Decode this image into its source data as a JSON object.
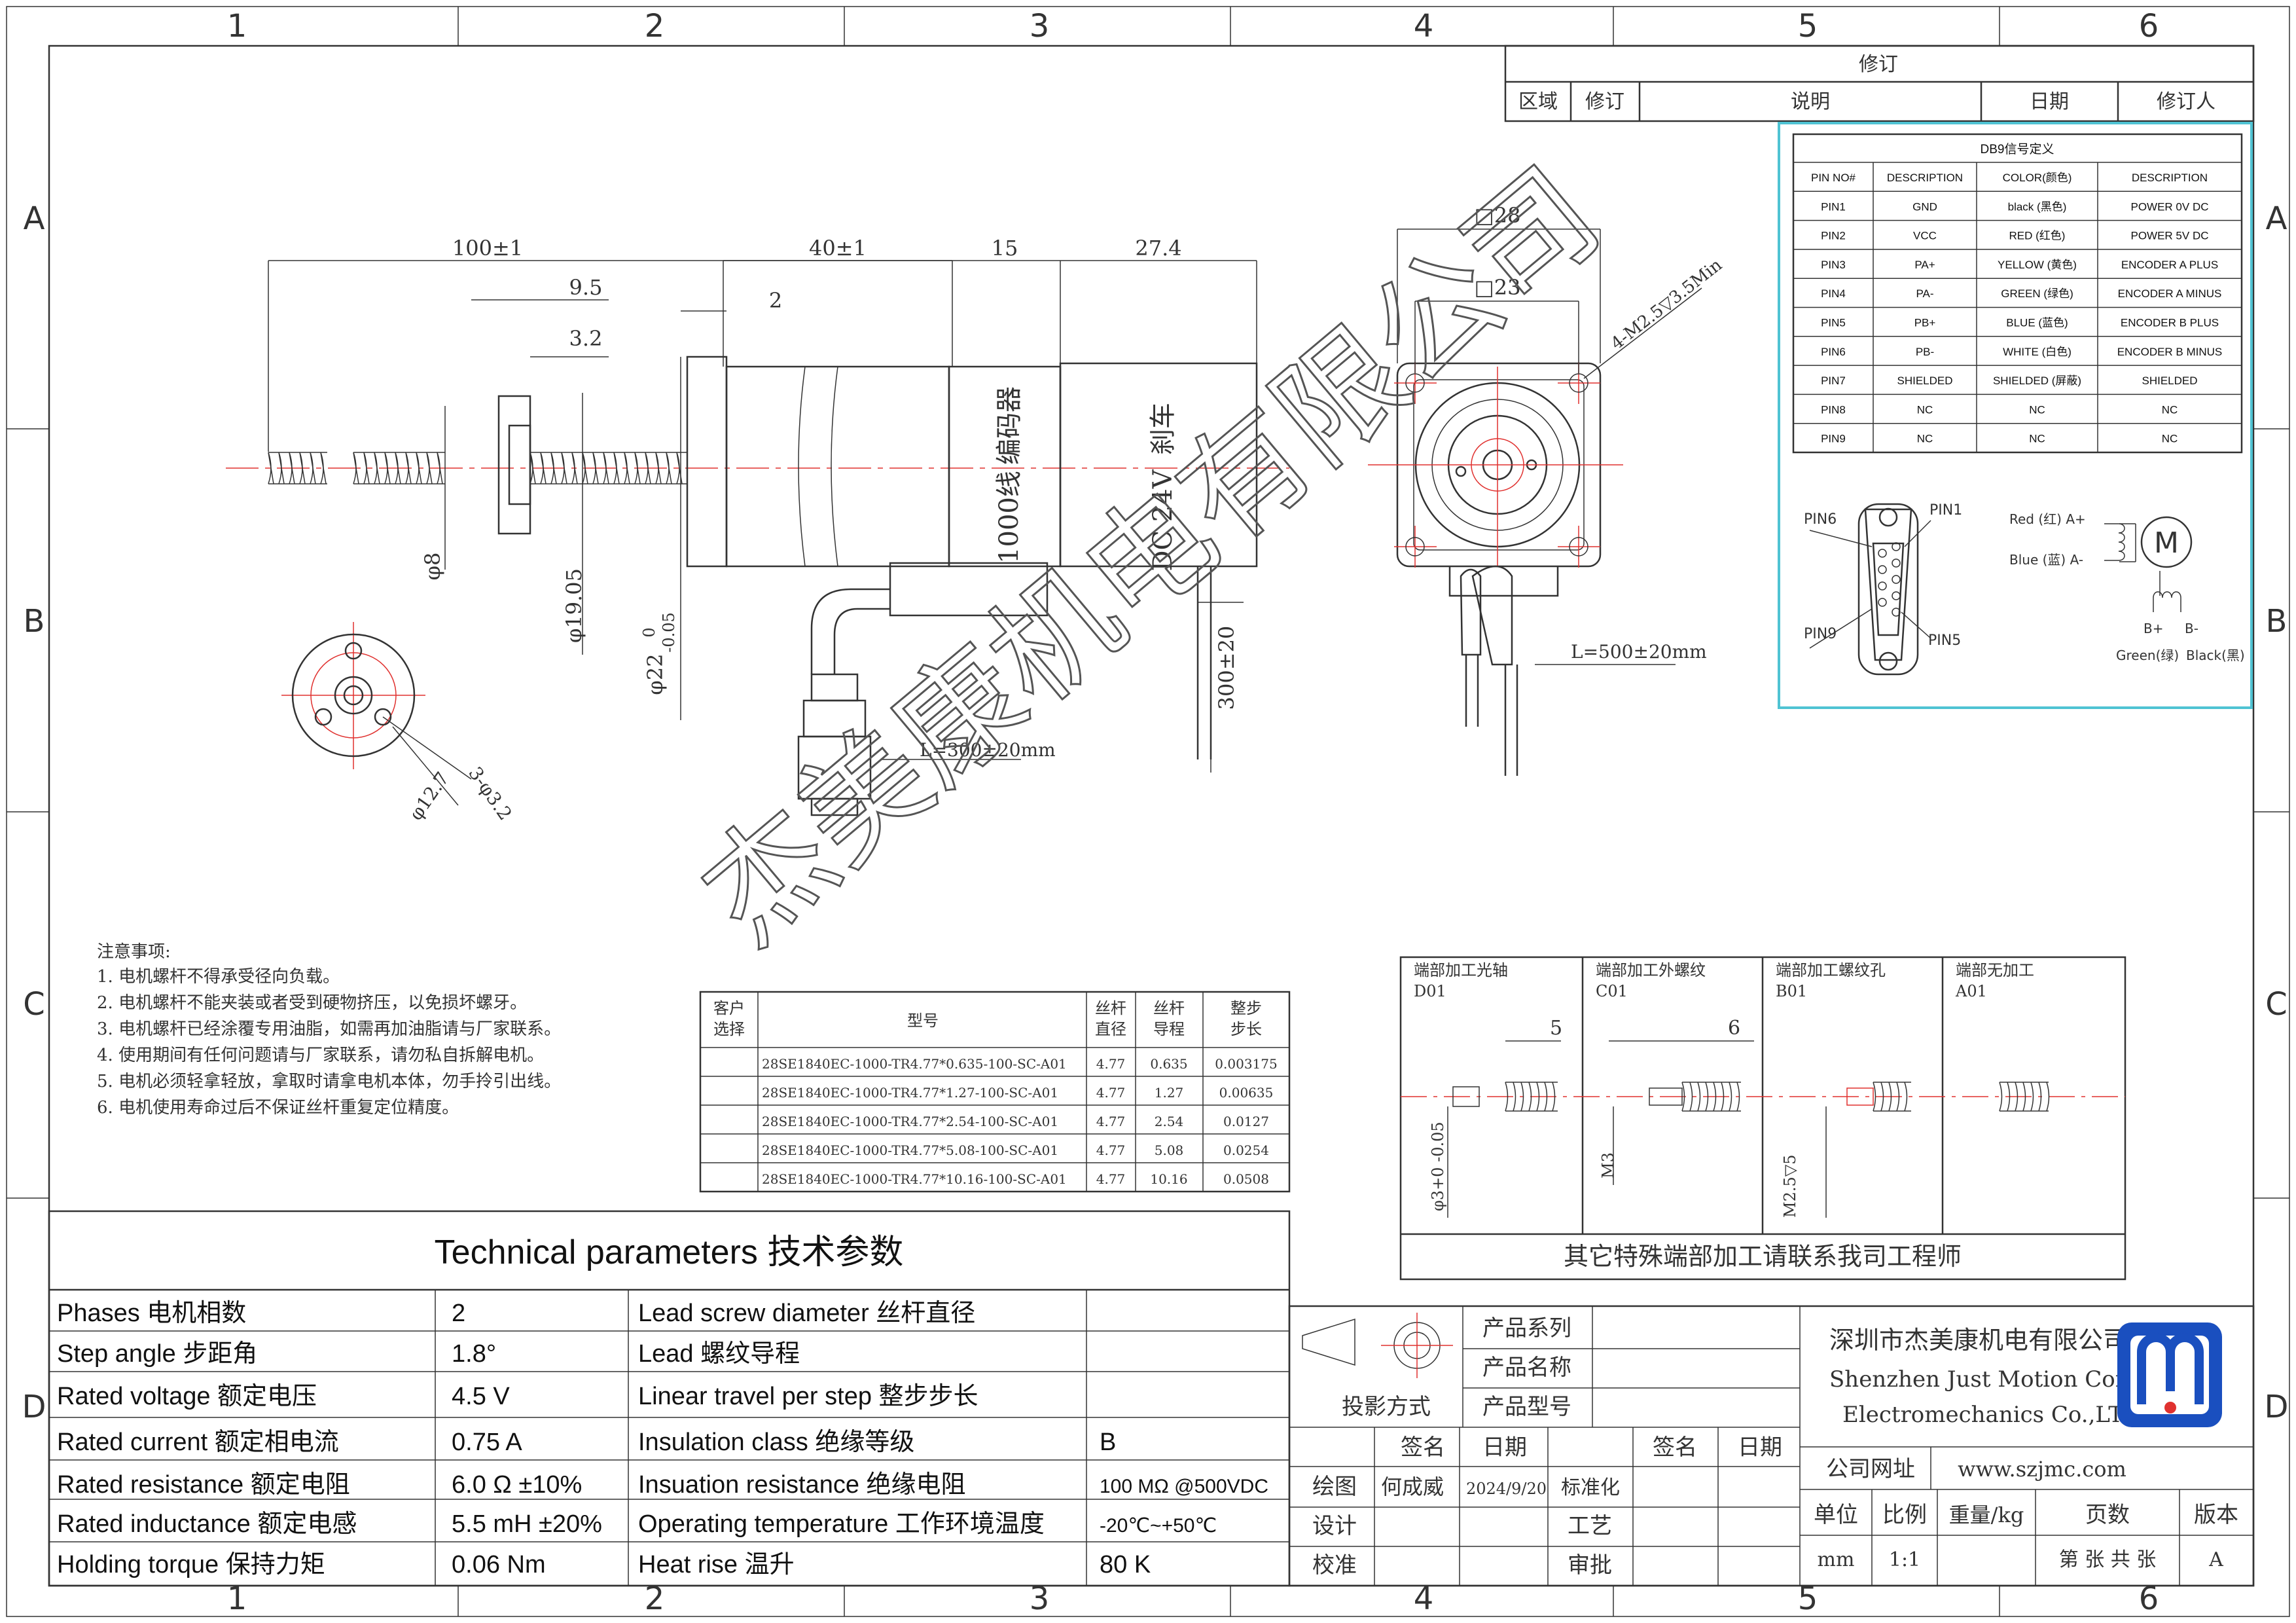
{
  "frame": {
    "col_labels": [
      "1",
      "2",
      "3",
      "4",
      "5",
      "6"
    ],
    "row_labels": [
      "A",
      "B",
      "C",
      "D"
    ]
  },
  "revision": {
    "title": "修订",
    "headers": [
      "区域",
      "修订",
      "说明",
      "日期",
      "修订人"
    ]
  },
  "db9": {
    "title": "DB9信号定义",
    "headers": [
      "PIN NO#",
      "DESCRIPTION",
      "COLOR(颜色)",
      "DESCRIPTION"
    ],
    "rows": [
      [
        "PIN1",
        "GND",
        "black (黑色)",
        "POWER 0V DC"
      ],
      [
        "PIN2",
        "VCC",
        "RED (红色)",
        "POWER 5V DC"
      ],
      [
        "PIN3",
        "PA+",
        "YELLOW (黄色)",
        "ENCODER A PLUS"
      ],
      [
        "PIN4",
        "PA-",
        "GREEN (绿色)",
        "ENCODER A MINUS"
      ],
      [
        "PIN5",
        "PB+",
        "BLUE (蓝色)",
        "ENCODER B PLUS"
      ],
      [
        "PIN6",
        "PB-",
        "WHITE (白色)",
        "ENCODER B MINUS"
      ],
      [
        "PIN7",
        "SHIELDED",
        "SHIELDED (屏蔽)",
        "SHIELDED"
      ],
      [
        "PIN8",
        "NC",
        "NC",
        "NC"
      ],
      [
        "PIN9",
        "NC",
        "NC",
        "NC"
      ]
    ],
    "connector_labels": {
      "pin6": "PIN6",
      "pin1": "PIN1",
      "pin9": "PIN9",
      "pin5": "PIN5"
    },
    "motor_labels": {
      "red": "Red (红) A+",
      "blue": "Blue (蓝) A-",
      "motor": "M",
      "b_plus": "B+",
      "b_minus": "B-",
      "green": "Green(绿)",
      "black": "Black(黑)"
    }
  },
  "dimensions": {
    "d100": "100±1",
    "d40": "40±1",
    "d15": "15",
    "d27": "27.4",
    "d95": "9.5",
    "d2": "2",
    "d32": "3.2",
    "phi8": "φ8",
    "phi1905": "φ19.05",
    "phi22": "φ22",
    "tol22_top": "0",
    "tol22_bot": "-0.05",
    "sq28": "□28",
    "sq23": "□23",
    "m25": "4-M2.5▽3.5Min",
    "l500": "L=500±20mm",
    "l300": "L=300±20mm",
    "d300_20": "300±20",
    "phi127": "φ12.7",
    "hole": "3-φ3.2"
  },
  "motor_text": {
    "encoder_label": "编码器",
    "encoder_lines": "1000线",
    "brake_label": "刹车",
    "brake_volt": "DC 24V"
  },
  "notes": {
    "title": "注意事项:",
    "items": [
      "1. 电机螺杆不得承受径向负载。",
      "2. 电机螺杆不能夹装或者受到硬物挤压，以免损坏螺牙。",
      "3. 电机螺杆已经涂覆专用油脂，如需再加油脂请与厂家联系。",
      "4. 使用期间有任何问题请与厂家联系，请勿私自拆解电机。",
      "5. 电机必须轻拿轻放，拿取时请拿电机本体，勿手拎引出线。",
      "6. 电机使用寿命过后不保证丝杆重复定位精度。"
    ]
  },
  "model_table": {
    "headers": [
      "客户\n选择",
      "型号",
      "丝杆\n直径",
      "丝杆\n导程",
      "整步\n步长"
    ],
    "rows": [
      [
        "",
        "28SE1840EC-1000-TR4.77*0.635-100-SC-A01",
        "4.77",
        "0.635",
        "0.003175"
      ],
      [
        "",
        "28SE1840EC-1000-TR4.77*1.27-100-SC-A01",
        "4.77",
        "1.27",
        "0.00635"
      ],
      [
        "",
        "28SE1840EC-1000-TR4.77*2.54-100-SC-A01",
        "4.77",
        "2.54",
        "0.0127"
      ],
      [
        "",
        "28SE1840EC-1000-TR4.77*5.08-100-SC-A01",
        "4.77",
        "5.08",
        "0.0254"
      ],
      [
        "",
        "28SE1840EC-1000-TR4.77*10.16-100-SC-A01",
        "4.77",
        "10.16",
        "0.0508"
      ]
    ]
  },
  "end_table": {
    "cells": [
      {
        "title": "端部加工光轴",
        "code": "D01",
        "dim": "5",
        "note": "φ3+0 -0.05"
      },
      {
        "title": "端部加工外螺纹",
        "code": "C01",
        "dim": "6",
        "note": "M3"
      },
      {
        "title": "端部加工螺纹孔",
        "code": "B01",
        "dim": "",
        "note": "M2.5▽5"
      },
      {
        "title": "端部无加工",
        "code": "A01",
        "dim": "",
        "note": ""
      }
    ],
    "footer": "其它特殊端部加工请联系我司工程师"
  },
  "tech": {
    "title": "Technical parameters 技术参数",
    "left": [
      {
        "label": "Phases 电机相数",
        "value": "2"
      },
      {
        "label": "Step angle 步距角",
        "value": "1.8°"
      },
      {
        "label": "Rated voltage 额定电压",
        "value": "4.5 V"
      },
      {
        "label": "Rated current 额定相电流",
        "value": "0.75 A"
      },
      {
        "label": "Rated resistance 额定电阻",
        "value": "6.0 Ω  ±10%"
      },
      {
        "label": "Rated inductance 额定电感",
        "value": "5.5 mH ±20%"
      },
      {
        "label": "Holding torque 保持力矩",
        "value": "0.06 Nm"
      }
    ],
    "right": [
      {
        "label": "Lead screw diameter 丝杆直径",
        "value": ""
      },
      {
        "label": "Lead 螺纹导程",
        "value": ""
      },
      {
        "label": "Linear travel per step 整步步长",
        "value": ""
      },
      {
        "label": "Insulation class 绝缘等级",
        "value": "B"
      },
      {
        "label": "Insuation resistance 绝缘电阻",
        "value": "100 MΩ @500VDC"
      },
      {
        "label": "Operating temperature 工作环境温度",
        "value": "-20℃~+50℃"
      },
      {
        "label": "Heat rise 温升",
        "value": "80 K"
      }
    ]
  },
  "title_block": {
    "projection": "投影方式",
    "series": "产品系列",
    "name": "产品名称",
    "model": "产品型号",
    "sign": "签名",
    "date": "日期",
    "draw": "绘图",
    "drawer": "何成威",
    "draw_date": "2024/9/20",
    "design": "设计",
    "check": "校准",
    "standard": "标准化",
    "craft": "工艺",
    "approve": "审批",
    "sign2": "签名",
    "date2": "日期",
    "company_cn": "深圳市杰美康机电有限公司",
    "company_en1": "Shenzhen Just Motion Control",
    "company_en2": "Electromechanics Co.,LTD",
    "website_label": "公司网址",
    "website": "www.szjmc.com",
    "unit": "单位",
    "scale": "比例",
    "weight": "重量/kg",
    "pages": "页数",
    "version": "版本",
    "unit_val": "mm",
    "scale_val": "1:1",
    "pages_val": "第 张 共 张",
    "version_val": "A"
  },
  "watermark": "杰美康机电有限公司"
}
